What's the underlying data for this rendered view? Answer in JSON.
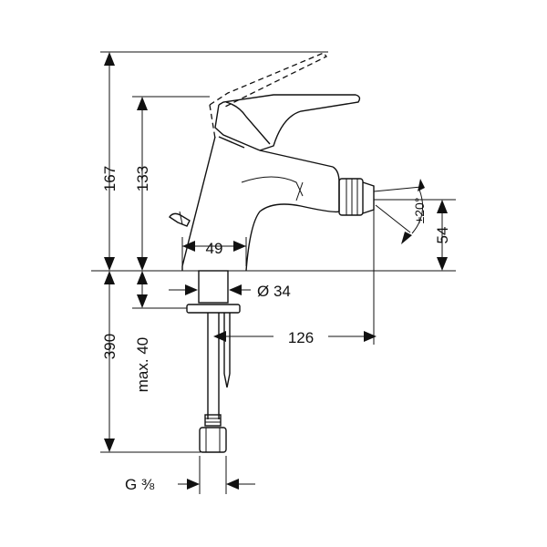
{
  "dimensions": {
    "height_167": "167",
    "height_133": "133",
    "base_width_49": "49",
    "diameter_34": "Ø 34",
    "spray_angle": "±20°",
    "spout_height_54": "54",
    "reach_126": "126",
    "hose_length_390": "390",
    "max_40": "max. 40",
    "thread": "G ⅜"
  }
}
